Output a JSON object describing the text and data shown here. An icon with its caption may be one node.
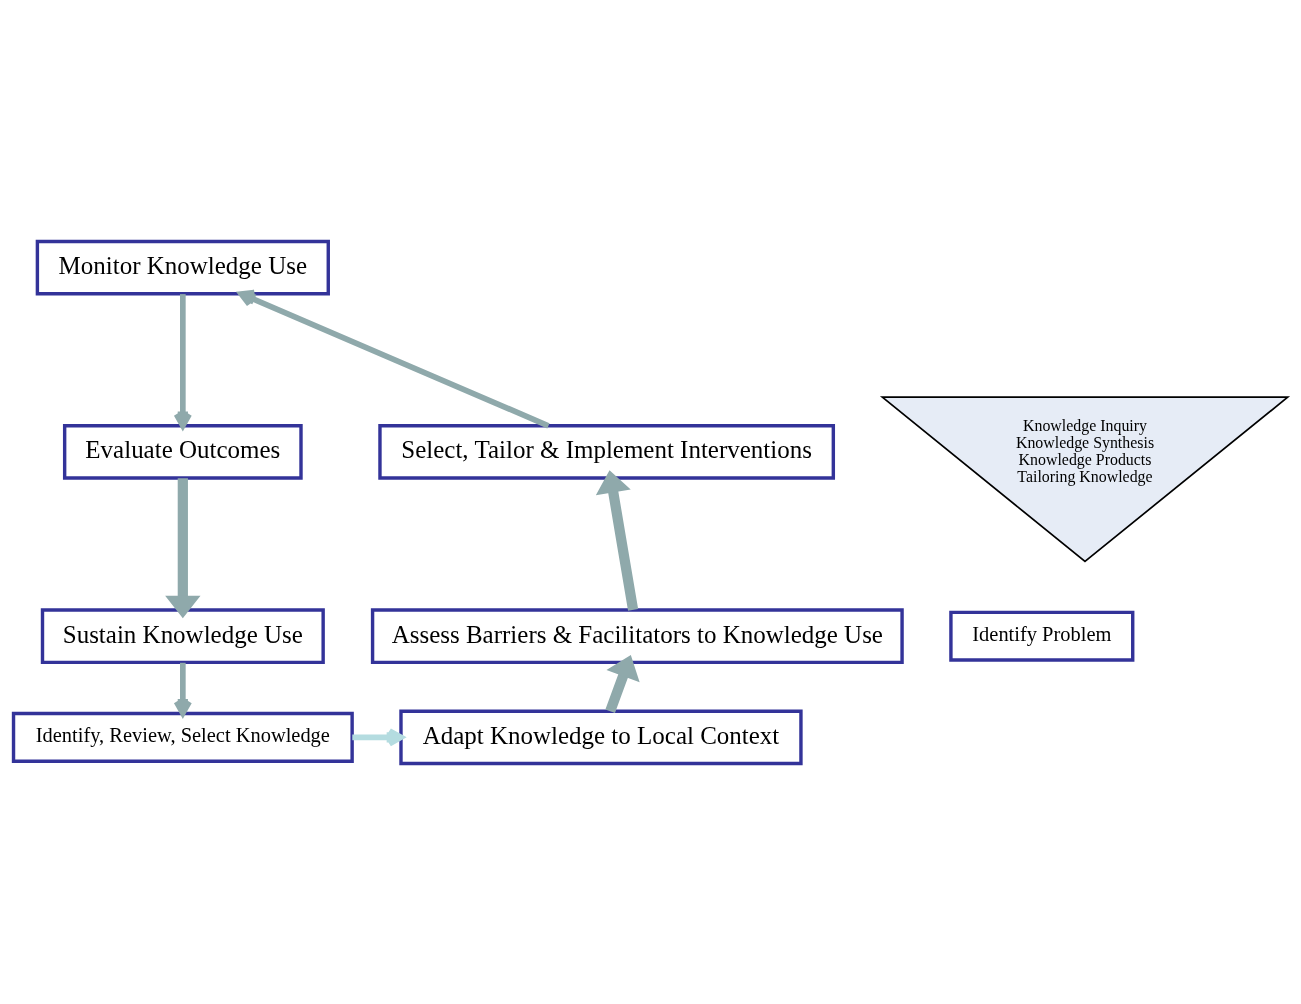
{
  "diagram": {
    "nodes": [
      {
        "text": [
          "Monitor Knowledge Use"
        ]
      },
      {
        "text": [
          "Evaluate Outcomes"
        ]
      },
      {
        "text": [
          "Sustain Knowledge Use"
        ]
      },
      {
        "text": [
          "Identify Problem"
        ]
      },
      {
        "text": [
          "Identify, Review, Select Knowledge"
        ]
      },
      {
        "text": [
          "Adapt Knowledge to Local Context"
        ]
      },
      {
        "text": [
          "Assess Barriers & Facilitators to Knowledge Use"
        ]
      },
      {
        "text": [
          "Select, Tailor & Implement Interventions"
        ]
      },
      {
        "text": [
          "Knowledge Inquiry",
          "Knowledge Synthesis",
          "Knowledge Products",
          "Tailoring Knowledge"
        ]
      }
    ],
    "edges": [
      {
        "from": 7,
        "to": 0,
        "arrow": "to"
      },
      {
        "from": 0,
        "to": 1,
        "arrow": "to"
      },
      {
        "from": 1,
        "to": 2,
        "arrow": "to",
        "style": "thick"
      },
      {
        "from": 2,
        "to": 4,
        "arrow": "to"
      },
      {
        "from": 4,
        "to": 5,
        "arrow": "to",
        "color": "#b4dce0"
      },
      {
        "from": 5,
        "to": 6,
        "arrow": "to",
        "style": "thick"
      },
      {
        "from": 6,
        "to": 7,
        "arrow": "to",
        "style": "thick"
      }
    ]
  }
}
